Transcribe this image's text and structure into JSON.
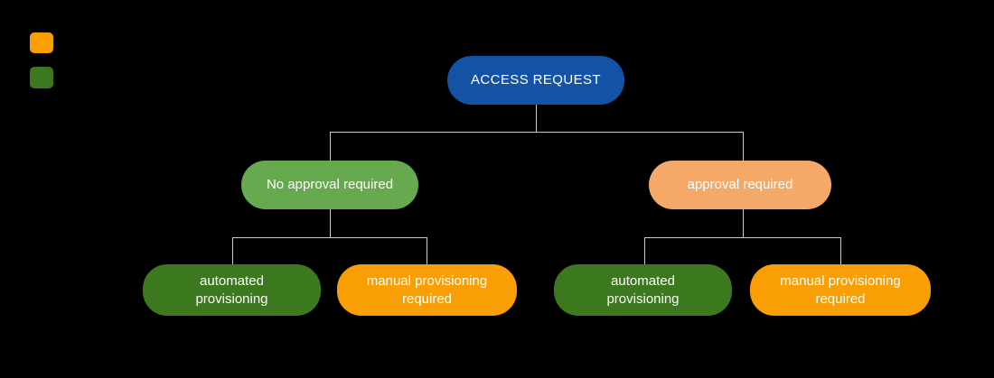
{
  "colors": {
    "background": "#000000",
    "node_blue": "#1452A5",
    "node_green_medium": "#66A94F",
    "node_peach": "#F4A968",
    "node_green_dark": "#3B781E",
    "node_orange": "#F99E05",
    "connector_line": "#CCCCCC",
    "node_text": "#FFFFFF"
  },
  "legend": {
    "swatches": [
      {
        "name": "orange-swatch",
        "color": "#F99E05"
      },
      {
        "name": "green-swatch",
        "color": "#3B781E"
      }
    ]
  },
  "diagram": {
    "nodes": {
      "root": {
        "label": "ACCESS REQUEST",
        "color": "#1452A5"
      },
      "no_approval": {
        "label": "No approval required",
        "color": "#66A94F"
      },
      "approval": {
        "label": "approval required",
        "color": "#F4A968"
      },
      "auto_left": {
        "label": "automated provisioning",
        "color": "#3B781E"
      },
      "manual_left": {
        "label": "manual provisioning required",
        "color": "#F99E05"
      },
      "auto_right": {
        "label": "automated provisioning",
        "color": "#3B781E"
      },
      "manual_right": {
        "label": "manual provisioning required",
        "color": "#F99E05"
      }
    }
  }
}
